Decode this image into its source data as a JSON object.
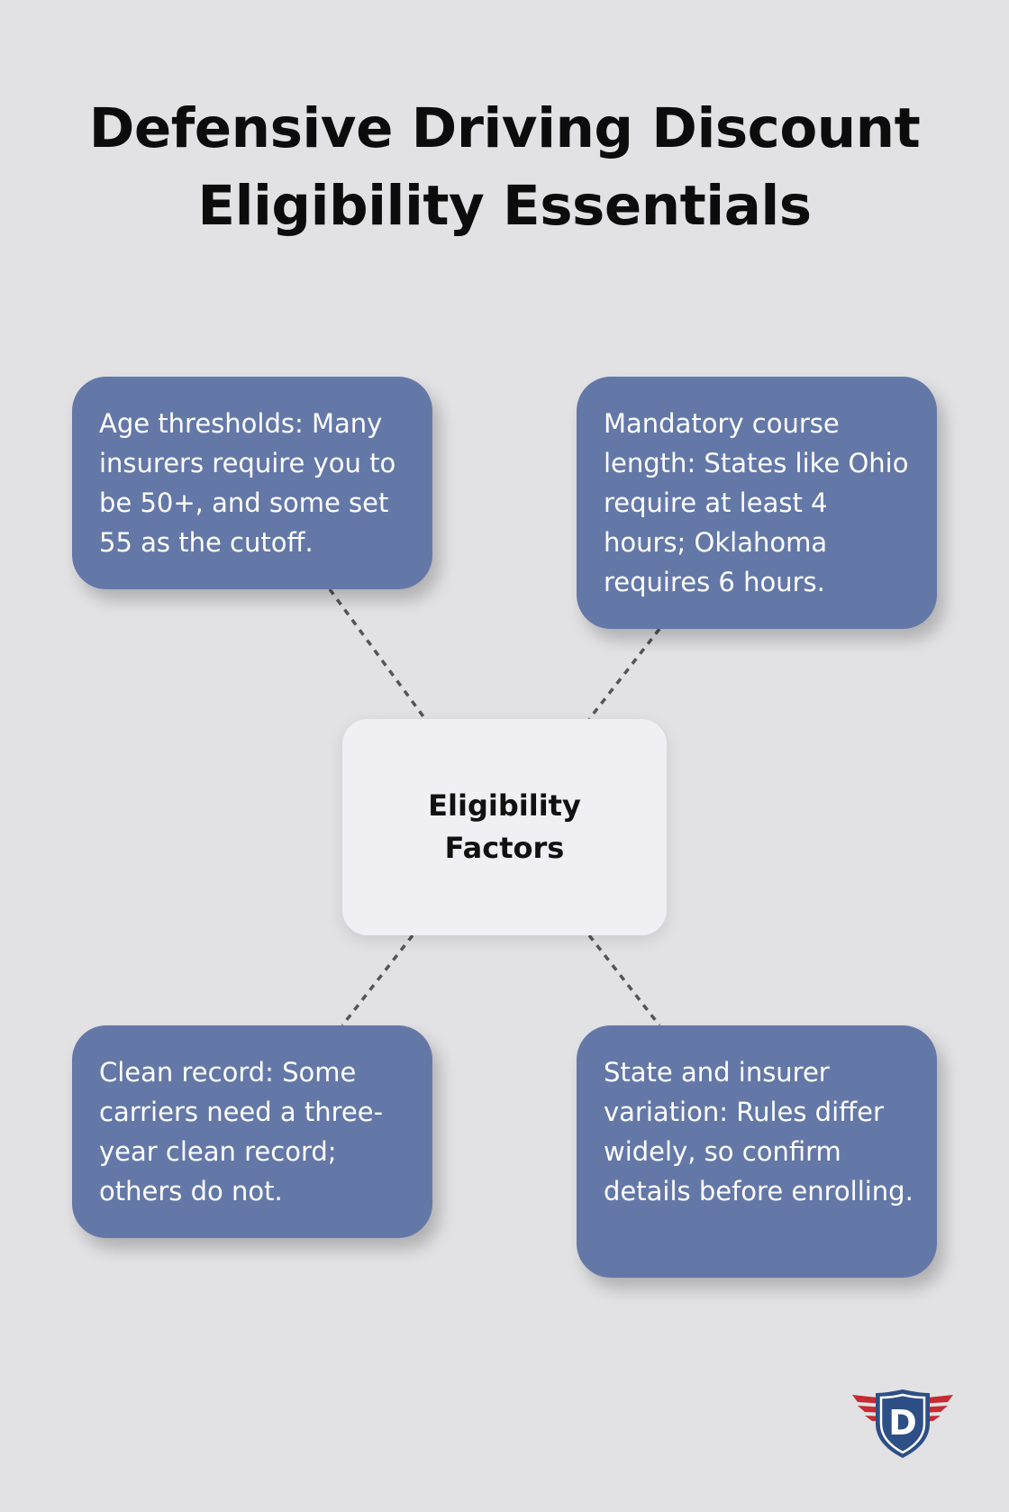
{
  "title": {
    "line1": "Defensive Driving Discount",
    "line2": "Eligibility Essentials"
  },
  "center": {
    "label": "Eligibility Factors"
  },
  "cards": [
    {
      "text": "Age thresholds: Many insurers require you to be 50+, and some set 55 as the cutoff."
    },
    {
      "text": "Mandatory course length: States like Ohio require at least 4 hours; Oklahoma requires 6 hours."
    },
    {
      "text": "Clean record: Some carriers need a three-year clean record; others do not."
    },
    {
      "text": "State and insurer variation: Rules differ widely, so confirm details before enrolling."
    }
  ],
  "logo": {
    "letter": "D",
    "icon": "shield-wings-logo",
    "colors": {
      "shield": "#2e4f86",
      "shield_rim": "#ffffff",
      "wings": "#c62a32"
    }
  },
  "colors": {
    "background": "#e2e2e4",
    "card": "#6478a8",
    "center": "#f0f0f4",
    "connector": "#555555"
  }
}
